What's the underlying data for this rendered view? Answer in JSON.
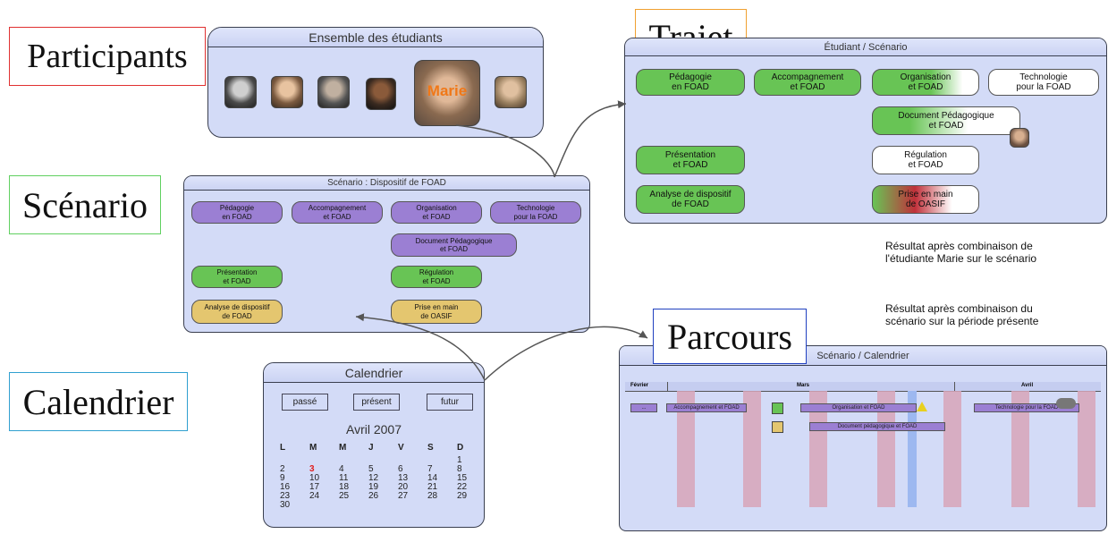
{
  "labels": {
    "participants": "Participants",
    "trajet": "Trajet",
    "scenario": "Scénario",
    "calendrier": "Calendrier",
    "parcours": "Parcours"
  },
  "students_panel": {
    "title": "Ensemble des étudiants",
    "highlight_name": "Marie"
  },
  "scenario_panel": {
    "title": "Scénario : Dispositif de FOAD",
    "items": [
      {
        "label": "Pédagogie\nen FOAD",
        "color": "purple"
      },
      {
        "label": "Accompagnement\net FOAD",
        "color": "purple"
      },
      {
        "label": "Organisation\net FOAD",
        "color": "purple"
      },
      {
        "label": "Technologie\npour la FOAD",
        "color": "purple"
      },
      {
        "label": "Document Pédagogique\net FOAD",
        "color": "purple"
      },
      {
        "label": "Présentation\net FOAD",
        "color": "green"
      },
      {
        "label": "Régulation\net FOAD",
        "color": "green"
      },
      {
        "label": "Analyse de dispositif\nde FOAD",
        "color": "orange"
      },
      {
        "label": "Prise en main\nde OASIF",
        "color": "orange"
      }
    ]
  },
  "trajet_panel": {
    "title": "Étudiant / Scénario",
    "items": [
      {
        "label": "Pédagogie\nen FOAD",
        "color": "green"
      },
      {
        "label": "Accompagnement\net FOAD",
        "color": "green"
      },
      {
        "label": "Organisation\net FOAD",
        "color": "green-fade"
      },
      {
        "label": "Technologie\npour la FOAD",
        "color": "white"
      },
      {
        "label": "Document Pédagogique\net FOAD",
        "color": "green-fade"
      },
      {
        "label": "Présentation\net FOAD",
        "color": "green"
      },
      {
        "label": "Régulation\net FOAD",
        "color": "white"
      },
      {
        "label": "Analyse de dispositif\nde FOAD",
        "color": "green"
      },
      {
        "label": "Prise en main\nde OASIF",
        "color": "red-fade"
      }
    ]
  },
  "calendar_panel": {
    "title": "Calendrier",
    "buttons": [
      "passé",
      "présent",
      "futur"
    ],
    "month": "Avril 2007",
    "day_headers": [
      "L",
      "M",
      "M",
      "J",
      "V",
      "S",
      "D"
    ],
    "columns": [
      [
        "",
        "2",
        "9",
        "16",
        "23",
        "30"
      ],
      [
        "",
        "3",
        "10",
        "17",
        "24",
        ""
      ],
      [
        "",
        "4",
        "11",
        "18",
        "25",
        ""
      ],
      [
        "",
        "5",
        "12",
        "19",
        "26",
        ""
      ],
      [
        "",
        "6",
        "13",
        "20",
        "27",
        ""
      ],
      [
        "",
        "7",
        "14",
        "21",
        "28",
        ""
      ],
      [
        "1",
        "8",
        "15",
        "22",
        "29",
        ""
      ]
    ],
    "today": "3",
    "today_color": "#e02020"
  },
  "parcours_panel": {
    "title": "Scénario / Calendrier",
    "months": [
      "Février",
      "Mars",
      "Avril"
    ],
    "bars": [
      {
        "label": "..."
      },
      {
        "label": "Accompagnement et FOAD"
      },
      {
        "label": "Organisation et FOAD"
      },
      {
        "label": "Document pédagogique et FOAD"
      },
      {
        "label": "Technologie pour la FOAD"
      }
    ]
  },
  "notes": {
    "result_student": "Résultat après combinaison de\nl'étudiante Marie sur le scénario",
    "result_period": "Résultat après combinaison du\nscénario sur la période présente"
  },
  "colors": {
    "panel_bg": "#d3dbf7",
    "purple": "#9b7fd3",
    "green": "#68c455",
    "orange": "#e4c66f",
    "participants_border": "#e03030",
    "trajet_border": "#f0a030",
    "scenario_border": "#60d060",
    "calendrier_border": "#30a0d0",
    "parcours_border": "#2040c0"
  }
}
